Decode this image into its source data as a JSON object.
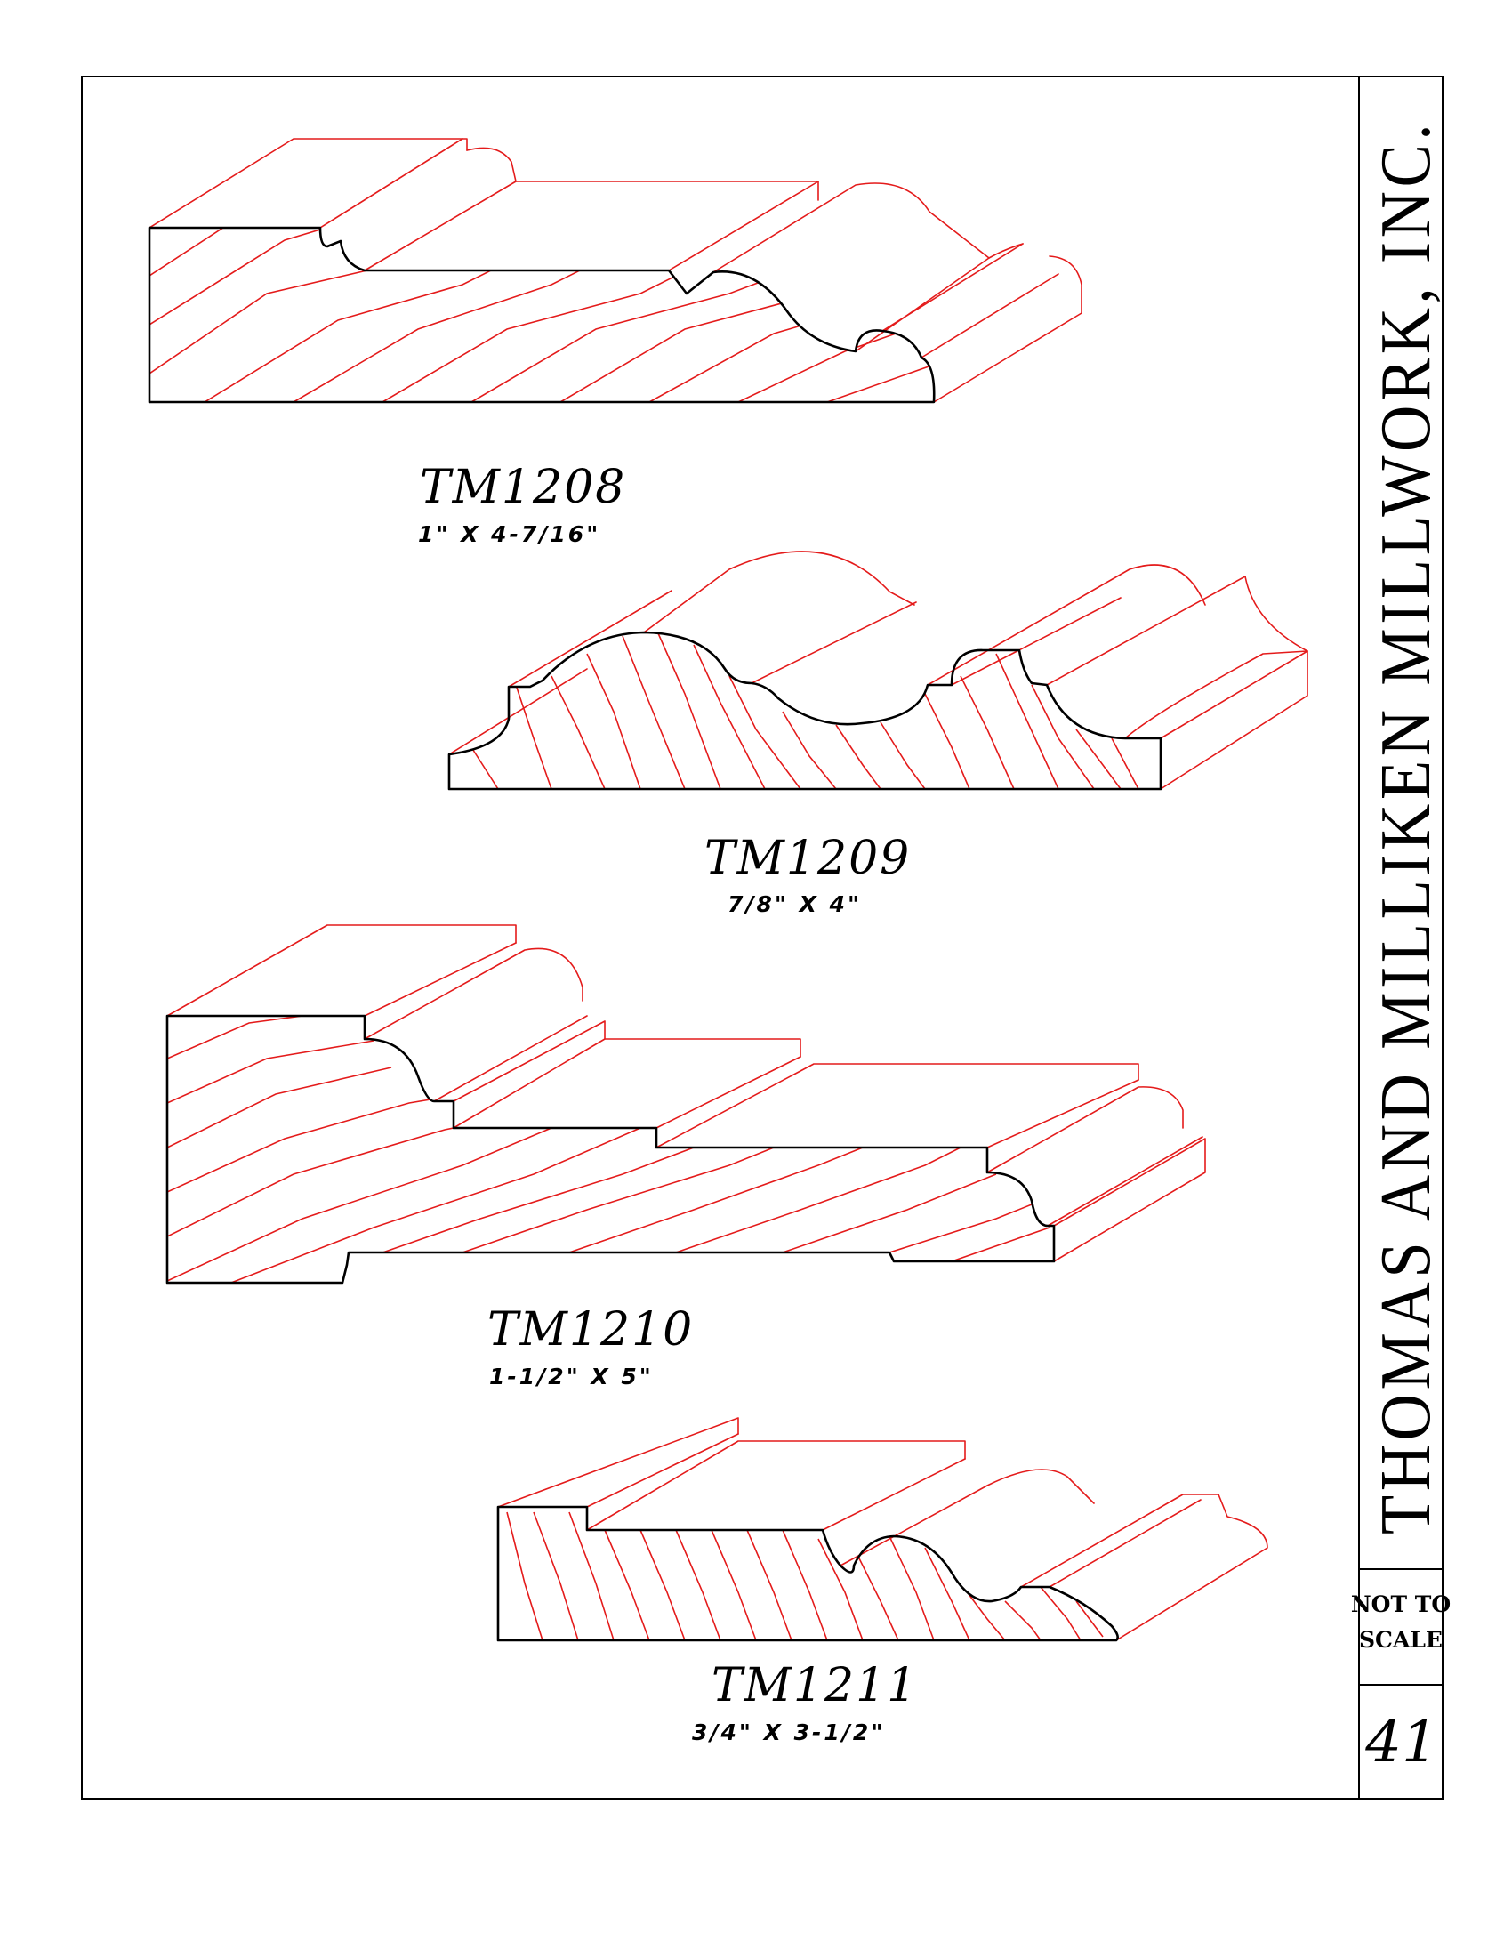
{
  "company_title": "THOMAS AND MILLIKEN MILLWORK, INC.",
  "scale_note": [
    "NOT TO",
    "SCALE"
  ],
  "page_number": "41",
  "profiles": [
    {
      "code": "TM1208",
      "size": "1\"  X  4-7/16\""
    },
    {
      "code": "TM1209",
      "size": "7/8\"  X  4\""
    },
    {
      "code": "TM1210",
      "size": "1-1/2\"  X  5\""
    },
    {
      "code": "TM1211",
      "size": "3/4\"  X  3-1/2\""
    }
  ],
  "colors": {
    "line": "#e41b1b",
    "outline": "#000000"
  }
}
